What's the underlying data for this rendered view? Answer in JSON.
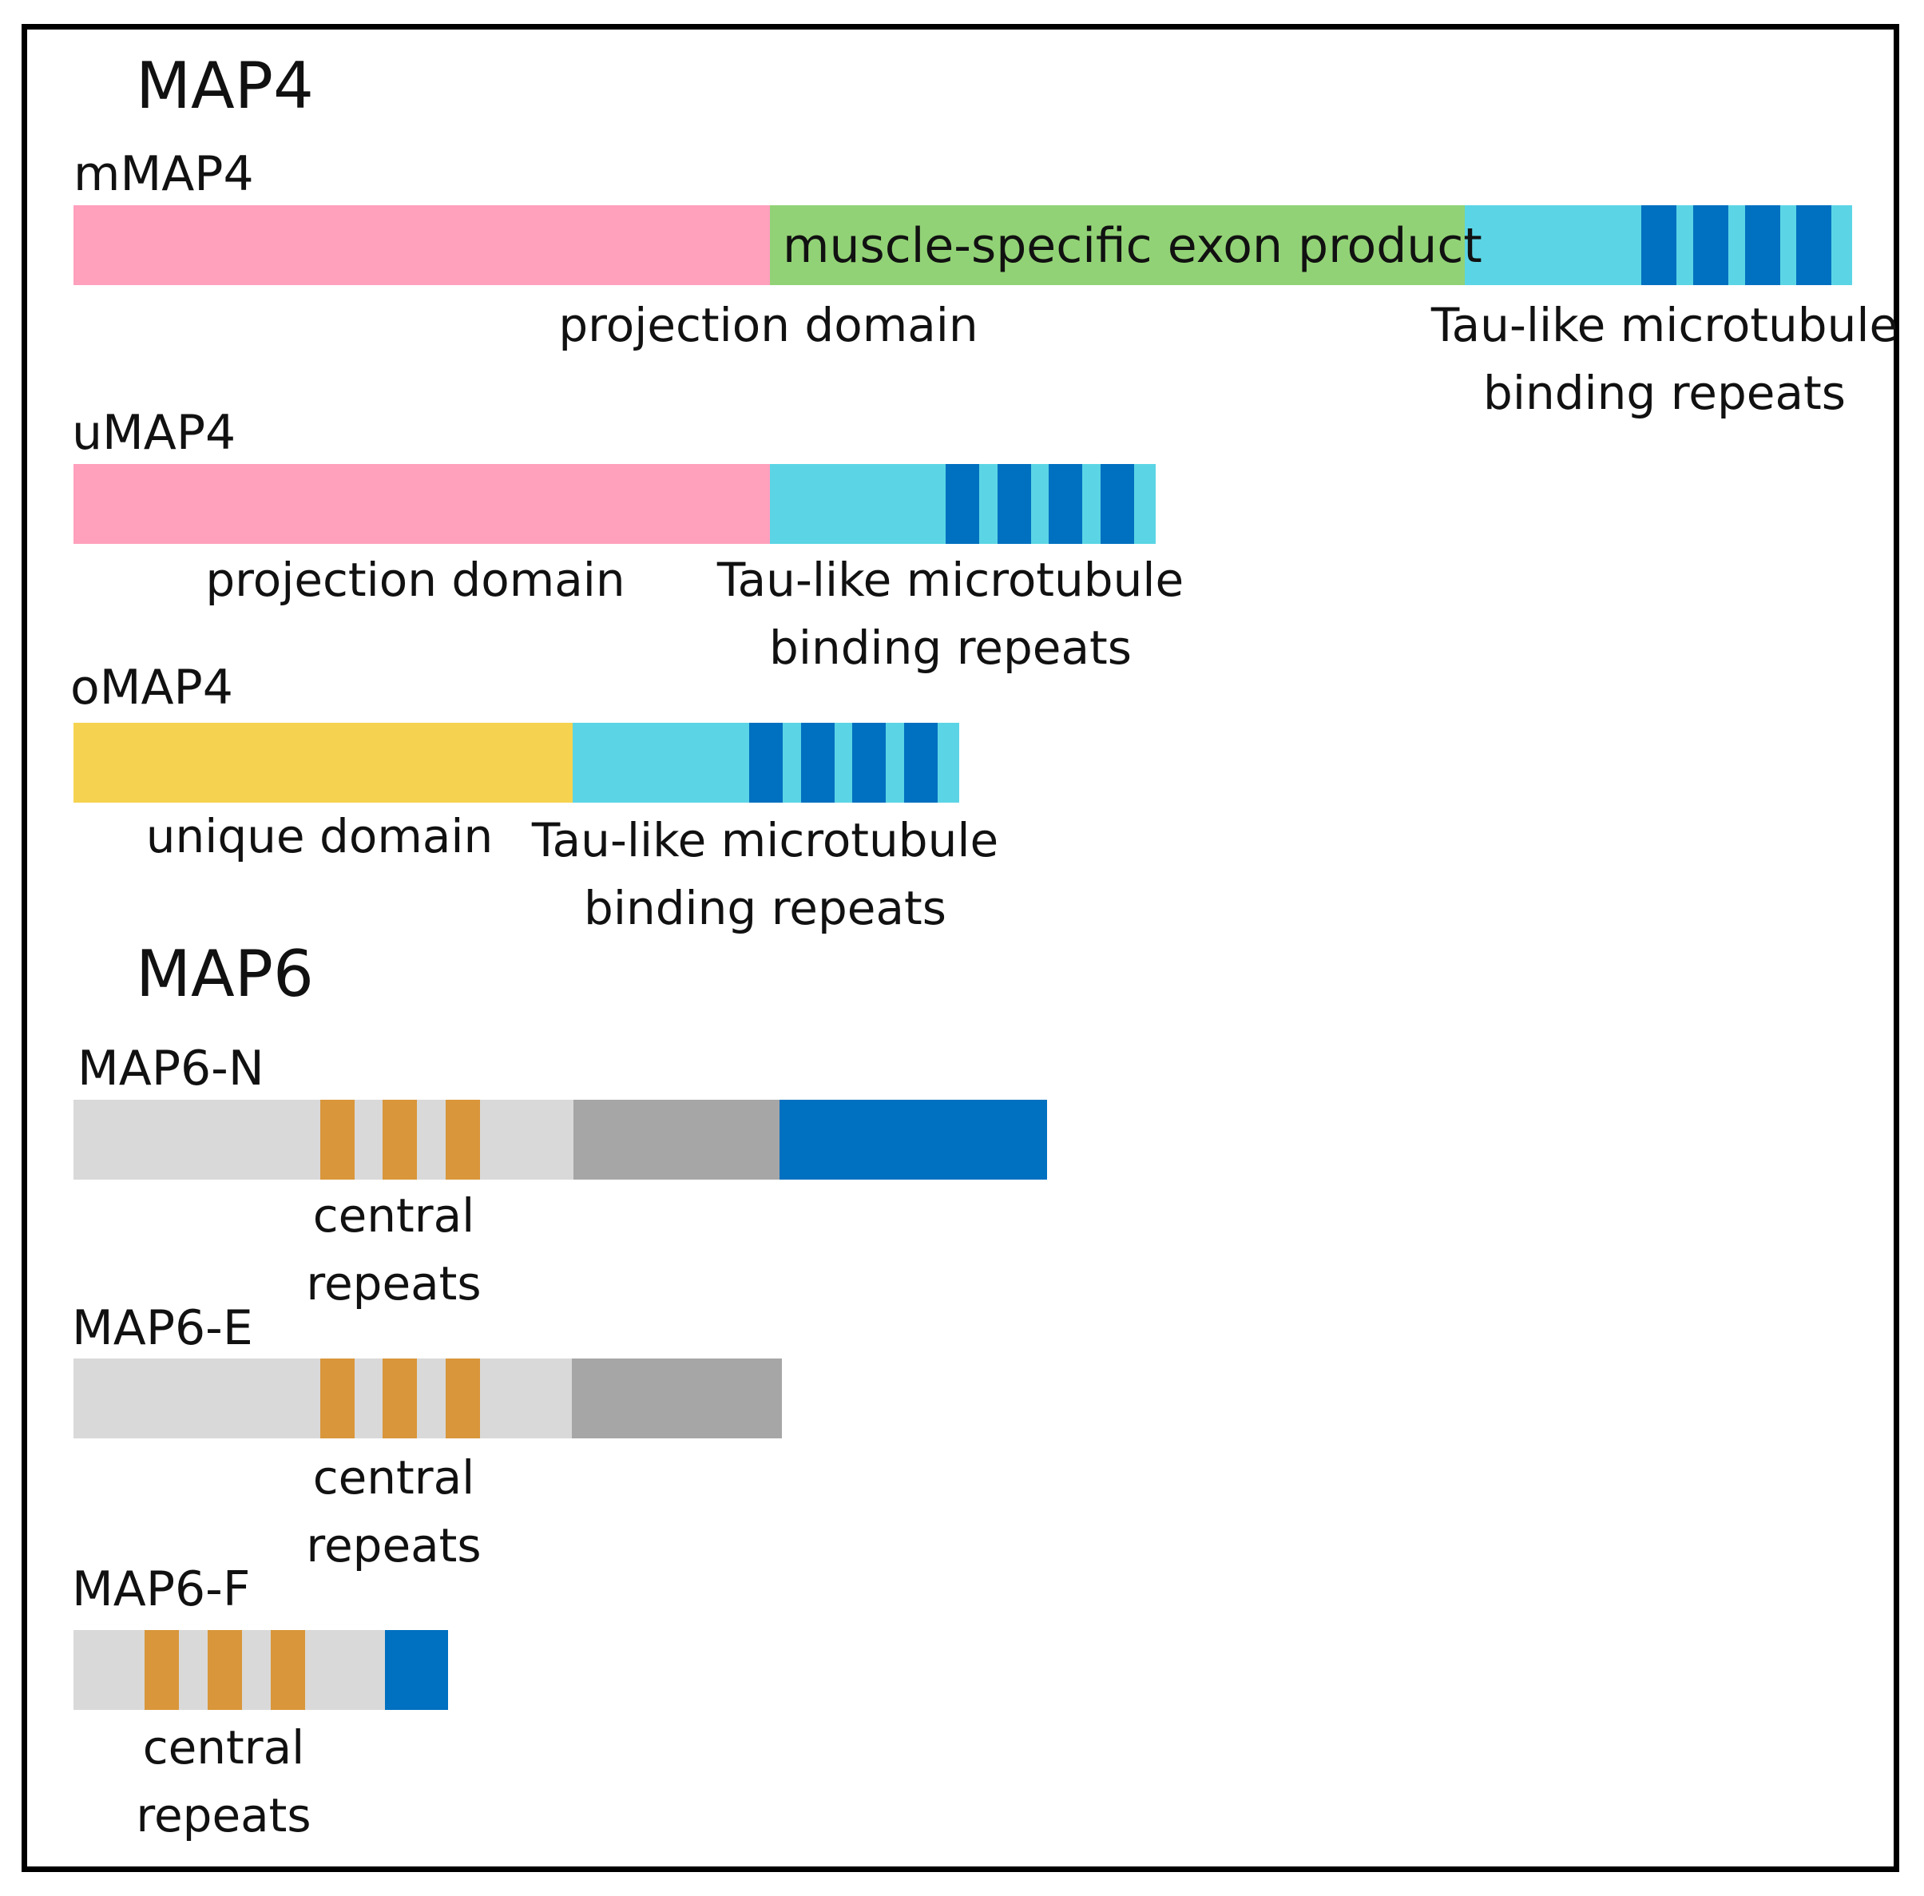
{
  "colors": {
    "projection": "#ffa0bd",
    "muscle_exon": "#92d276",
    "tau_region": "#5bd5e5",
    "repeat_blue": "#0070c0",
    "unique": "#f5d350",
    "map6_base": "#d9d9d9",
    "map6_dark": "#a6a6a6",
    "central_repeat": "#d9963a",
    "map6_blue": "#0070c0"
  },
  "map4": {
    "title": "MAP4",
    "mmap4": {
      "name": "mMAP4",
      "exon_label": "muscle-specific exon product",
      "projection_label": "projection domain",
      "tau_label_line1": "Tau-like microtubule",
      "tau_label_line2": "binding repeats"
    },
    "umap4": {
      "name": "uMAP4",
      "projection_label": "projection domain",
      "tau_label_line1": "Tau-like microtubule",
      "tau_label_line2": "binding repeats"
    },
    "omap4": {
      "name": "oMAP4",
      "unique_label": "unique domain",
      "tau_label_line1": "Tau-like microtubule",
      "tau_label_line2": "binding repeats"
    }
  },
  "map6": {
    "title": "MAP6",
    "map6n": {
      "name": "MAP6-N",
      "label_line1": "central",
      "label_line2": "repeats"
    },
    "map6e": {
      "name": "MAP6-E",
      "label_line1": "central",
      "label_line2": "repeats"
    },
    "map6f": {
      "name": "MAP6-F",
      "label_line1": "central",
      "label_line2": "repeats"
    }
  }
}
